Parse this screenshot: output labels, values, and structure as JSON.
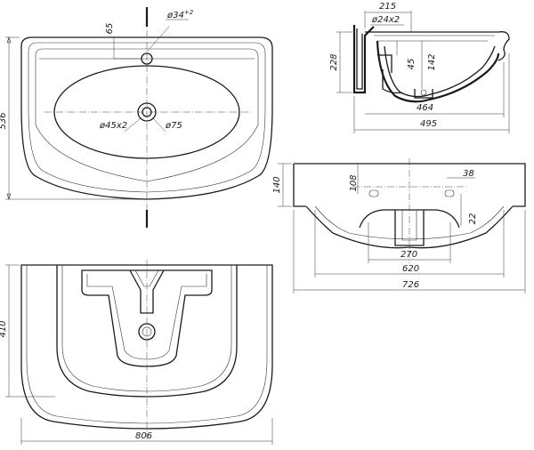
{
  "drawing": {
    "colors": {
      "line": "#1a1a1a",
      "background": "#ffffff"
    },
    "top_view": {
      "d_tap": "ø34",
      "d_tap_sup": "+2",
      "tap_offset": "65",
      "d_drain_overflow": "ø45x2",
      "d_drain": "ø75",
      "depth": "536"
    },
    "side_section": {
      "width_215": "215",
      "d_mount": "ø24x2",
      "height_228": "228",
      "dim_45": "45",
      "dim_142": "142",
      "depth_464": "464",
      "depth_495": "495"
    },
    "front_view": {
      "height_140": "140",
      "dim_108": "108",
      "dim_38": "38",
      "dim_22": "22",
      "width_270": "270",
      "width_620": "620",
      "width_726": "726"
    },
    "bottom_view": {
      "height_410": "410",
      "width_806": "806"
    }
  }
}
